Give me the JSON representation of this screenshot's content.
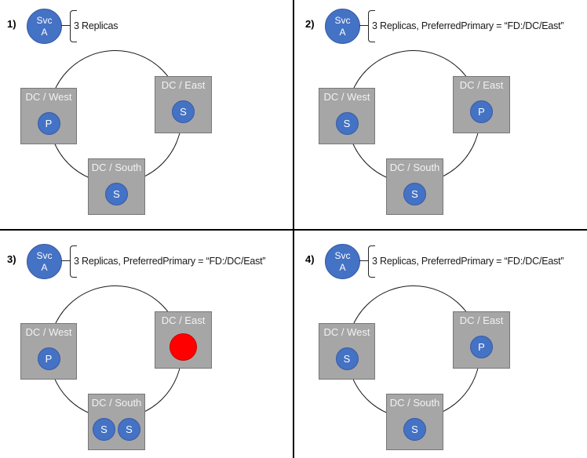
{
  "diagram": {
    "service": {
      "line1": "Svc",
      "line2": "A"
    },
    "colors": {
      "replica_blue": "#4472C4",
      "failed_red": "#FF0000",
      "dc_box_gray": "#A6A6A6",
      "ring_black": "#1a1a1a"
    },
    "quadrants": [
      {
        "number": "1)",
        "annotation": "3 Replicas",
        "dcs": [
          {
            "name": "DC / West",
            "replicas": [
              {
                "label": "P",
                "status": "up"
              }
            ]
          },
          {
            "name": "DC / East",
            "replicas": [
              {
                "label": "S",
                "status": "up"
              }
            ]
          },
          {
            "name": "DC / South",
            "replicas": [
              {
                "label": "S",
                "status": "up"
              }
            ]
          }
        ]
      },
      {
        "number": "2)",
        "annotation": "3 Replicas, PreferredPrimary = “FD:/DC/East”",
        "dcs": [
          {
            "name": "DC / West",
            "replicas": [
              {
                "label": "S",
                "status": "up"
              }
            ]
          },
          {
            "name": "DC / East",
            "replicas": [
              {
                "label": "P",
                "status": "up"
              }
            ]
          },
          {
            "name": "DC / South",
            "replicas": [
              {
                "label": "S",
                "status": "up"
              }
            ]
          }
        ]
      },
      {
        "number": "3)",
        "annotation": "3 Replicas, PreferredPrimary = “FD:/DC/East”",
        "dcs": [
          {
            "name": "DC / West",
            "replicas": [
              {
                "label": "P",
                "status": "up"
              }
            ]
          },
          {
            "name": "DC / East",
            "replicas": [
              {
                "label": "",
                "status": "down"
              }
            ]
          },
          {
            "name": "DC / South",
            "replicas": [
              {
                "label": "S",
                "status": "up"
              },
              {
                "label": "S",
                "status": "up"
              }
            ]
          }
        ]
      },
      {
        "number": "4)",
        "annotation": "3 Replicas, PreferredPrimary = “FD:/DC/East”",
        "dcs": [
          {
            "name": "DC / West",
            "replicas": [
              {
                "label": "S",
                "status": "up"
              }
            ]
          },
          {
            "name": "DC / East",
            "replicas": [
              {
                "label": "P",
                "status": "up"
              }
            ]
          },
          {
            "name": "DC / South",
            "replicas": [
              {
                "label": "S",
                "status": "up"
              }
            ]
          }
        ]
      }
    ]
  }
}
